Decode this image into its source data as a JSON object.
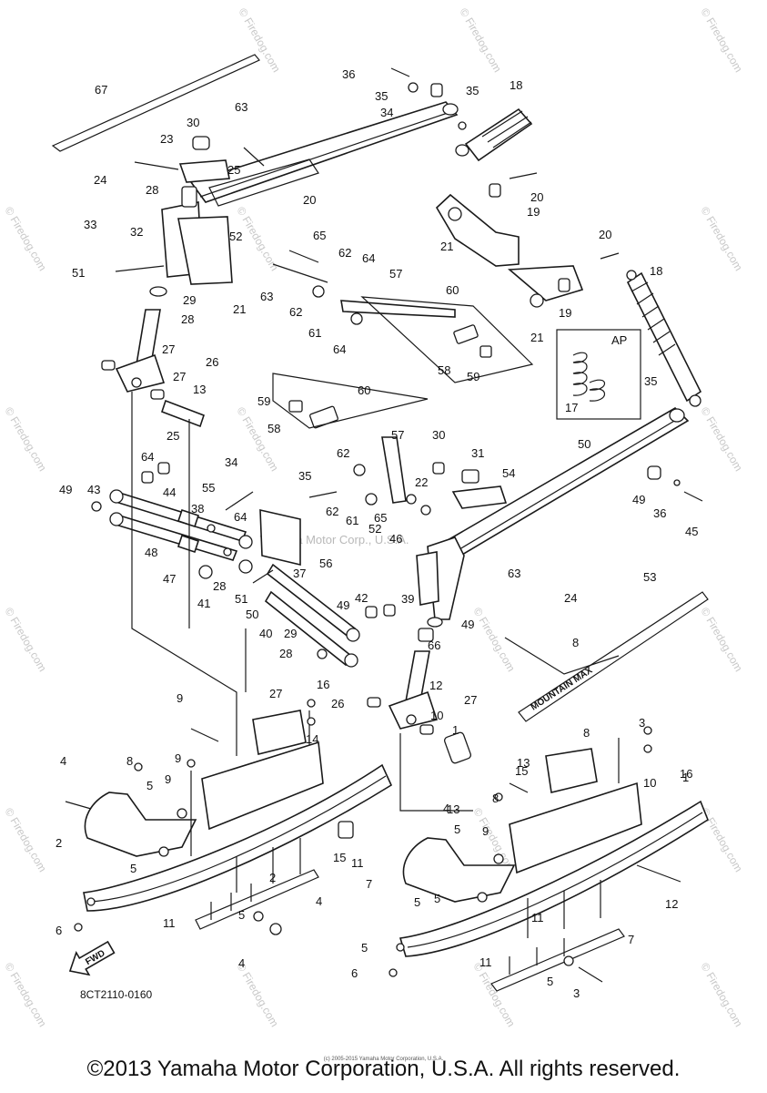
{
  "diagram_code": "8CT2110-0160",
  "watermark_center": "Yamaha Motor Corp., U.S.A.",
  "watermark_side": "© Firedog.com",
  "fwd_label": "FWD",
  "ap_label": "AP",
  "decal_text": "MOUNTAIN MAX",
  "copyright": "©2013 Yamaha Motor Corporation, U.S.A. All rights reserved.",
  "copyright_small": "(c) 2005-2015 Yamaha Motor Corporation, U.S.A.",
  "callouts": [
    {
      "label": "67"
    },
    {
      "label": "36"
    },
    {
      "label": "35"
    },
    {
      "label": "35"
    },
    {
      "label": "34"
    },
    {
      "label": "18"
    },
    {
      "label": "63"
    },
    {
      "label": "30"
    },
    {
      "label": "23"
    },
    {
      "label": "25"
    },
    {
      "label": "24"
    },
    {
      "label": "28"
    },
    {
      "label": "20"
    },
    {
      "label": "20"
    },
    {
      "label": "19"
    },
    {
      "label": "33"
    },
    {
      "label": "32"
    },
    {
      "label": "52"
    },
    {
      "label": "65"
    },
    {
      "label": "62"
    },
    {
      "label": "64"
    },
    {
      "label": "21"
    },
    {
      "label": "20"
    },
    {
      "label": "51"
    },
    {
      "label": "29"
    },
    {
      "label": "63"
    },
    {
      "label": "18"
    },
    {
      "label": "57"
    },
    {
      "label": "21"
    },
    {
      "label": "62"
    },
    {
      "label": "60"
    },
    {
      "label": "19"
    },
    {
      "label": "28"
    },
    {
      "label": "61"
    },
    {
      "label": "21"
    },
    {
      "label": "64"
    },
    {
      "label": "27"
    },
    {
      "label": "26"
    },
    {
      "label": "58"
    },
    {
      "label": "59"
    },
    {
      "label": "27"
    },
    {
      "label": "35"
    },
    {
      "label": "17"
    },
    {
      "label": "13"
    },
    {
      "label": "60"
    },
    {
      "label": "59"
    },
    {
      "label": "58"
    },
    {
      "label": "57"
    },
    {
      "label": "49"
    },
    {
      "label": "25"
    },
    {
      "label": "30"
    },
    {
      "label": "31"
    },
    {
      "label": "50"
    },
    {
      "label": "64"
    },
    {
      "label": "62"
    },
    {
      "label": "65"
    },
    {
      "label": "22"
    },
    {
      "label": "54"
    },
    {
      "label": "34"
    },
    {
      "label": "49"
    },
    {
      "label": "43"
    },
    {
      "label": "44"
    },
    {
      "label": "55"
    },
    {
      "label": "35"
    },
    {
      "label": "36"
    },
    {
      "label": "45"
    },
    {
      "label": "38"
    },
    {
      "label": "64"
    },
    {
      "label": "62"
    },
    {
      "label": "61"
    },
    {
      "label": "52"
    },
    {
      "label": "46"
    },
    {
      "label": "48"
    },
    {
      "label": "47"
    },
    {
      "label": "28"
    },
    {
      "label": "63"
    },
    {
      "label": "24"
    },
    {
      "label": "53"
    },
    {
      "label": "37"
    },
    {
      "label": "56"
    },
    {
      "label": "41"
    },
    {
      "label": "51"
    },
    {
      "label": "39"
    },
    {
      "label": "50"
    },
    {
      "label": "49"
    },
    {
      "label": "42"
    },
    {
      "label": "40"
    },
    {
      "label": "29"
    },
    {
      "label": "49"
    },
    {
      "label": "28"
    },
    {
      "label": "66"
    },
    {
      "label": "8"
    },
    {
      "label": "16"
    },
    {
      "label": "27"
    },
    {
      "label": "12"
    },
    {
      "label": "9"
    },
    {
      "label": "26"
    },
    {
      "label": "27"
    },
    {
      "label": "10"
    },
    {
      "label": "14"
    },
    {
      "label": "1"
    },
    {
      "label": "16"
    },
    {
      "label": "8"
    },
    {
      "label": "3"
    },
    {
      "label": "4"
    },
    {
      "label": "8"
    },
    {
      "label": "9"
    },
    {
      "label": "5"
    },
    {
      "label": "9"
    },
    {
      "label": "13"
    },
    {
      "label": "15"
    },
    {
      "label": "10"
    },
    {
      "label": "1"
    },
    {
      "label": "8"
    },
    {
      "label": "4"
    },
    {
      "label": "2"
    },
    {
      "label": "9"
    },
    {
      "label": "5"
    },
    {
      "label": "5"
    },
    {
      "label": "13"
    },
    {
      "label": "15"
    },
    {
      "label": "11"
    },
    {
      "label": "2"
    },
    {
      "label": "7"
    },
    {
      "label": "4"
    },
    {
      "label": "5"
    },
    {
      "label": "12"
    },
    {
      "label": "5"
    },
    {
      "label": "6"
    },
    {
      "label": "11"
    },
    {
      "label": "11"
    },
    {
      "label": "5"
    },
    {
      "label": "7"
    },
    {
      "label": "4"
    },
    {
      "label": "5"
    },
    {
      "label": "11"
    },
    {
      "label": "6"
    },
    {
      "label": "5"
    },
    {
      "label": "3"
    }
  ]
}
